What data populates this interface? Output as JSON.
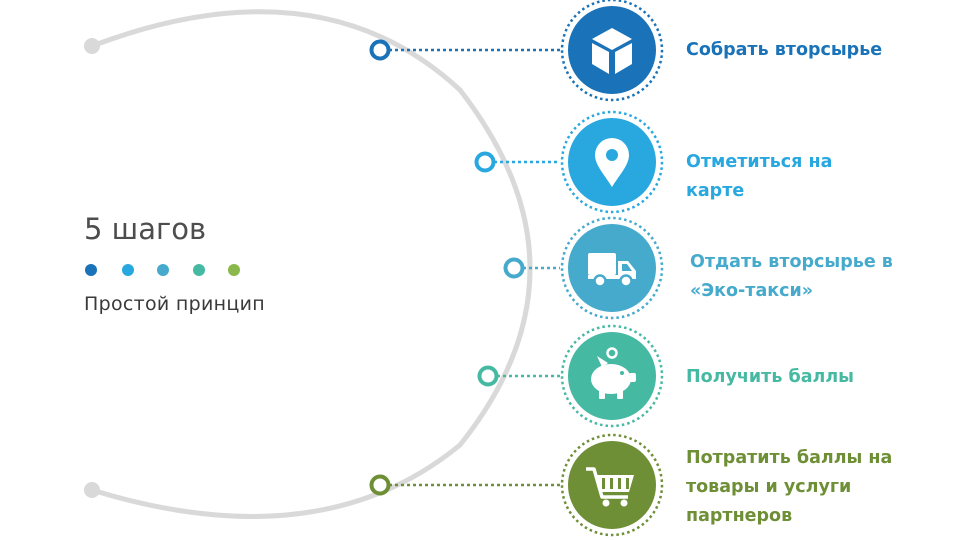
{
  "title": "5 шагов",
  "subtitle": "Простой принцип",
  "colors": {
    "arc": "#d9d9d9",
    "dots": [
      "#1a73b8",
      "#29a8e0",
      "#46aacc",
      "#46b9a3",
      "#8bb84a"
    ]
  },
  "steps": [
    {
      "label_lines": [
        "Собрать вторсырье"
      ],
      "color": "#1a73b8",
      "icon": "box-icon"
    },
    {
      "label_lines": [
        "Отметиться на",
        "карте"
      ],
      "color": "#29a8e0",
      "icon": "map-pin-icon"
    },
    {
      "label_lines": [
        "Отдать вторсырье в",
        "«Эко-такси»"
      ],
      "color": "#46aacc",
      "icon": "truck-icon"
    },
    {
      "label_lines": [
        "Получить баллы"
      ],
      "color": "#46b9a3",
      "icon": "piggy-bank-icon"
    },
    {
      "label_lines": [
        "Потратить баллы на",
        "товары и услуги",
        "партнеров"
      ],
      "color": "#6e8f35",
      "icon": "shopping-cart-icon"
    }
  ]
}
